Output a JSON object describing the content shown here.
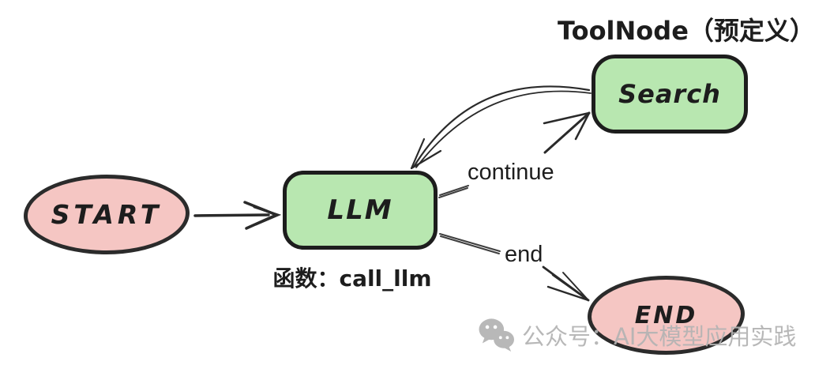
{
  "diagram": {
    "annotations": {
      "toolnode_label": "ToolNode（预定义）",
      "function_label": "函数：call_llm"
    },
    "nodes": [
      {
        "id": "start",
        "label": "START",
        "shape": "ellipse",
        "fill": "#f5c6c3"
      },
      {
        "id": "llm",
        "label": "LLM",
        "shape": "rounded-rect",
        "fill": "#b8e7b0"
      },
      {
        "id": "search",
        "label": "Search",
        "shape": "rounded-rect",
        "fill": "#b8e7b0"
      },
      {
        "id": "end",
        "label": "END",
        "shape": "ellipse",
        "fill": "#f5c6c3"
      }
    ],
    "edges": [
      {
        "from": "START",
        "to": "LLM",
        "label": ""
      },
      {
        "from": "LLM",
        "to": "Search",
        "label": "continue"
      },
      {
        "from": "Search",
        "to": "LLM",
        "label": ""
      },
      {
        "from": "LLM",
        "to": "END",
        "label": "end"
      }
    ],
    "colors": {
      "stroke": "#1d1d1d",
      "node_green": "#b8e7b0",
      "node_pink": "#f5c6c3",
      "edge_gray": "#3f3f3f",
      "watermark_gray": "#b3b3b3"
    }
  },
  "watermark": {
    "icon": "wechat-icon",
    "text": "公众号：AI大模型应用实践"
  }
}
